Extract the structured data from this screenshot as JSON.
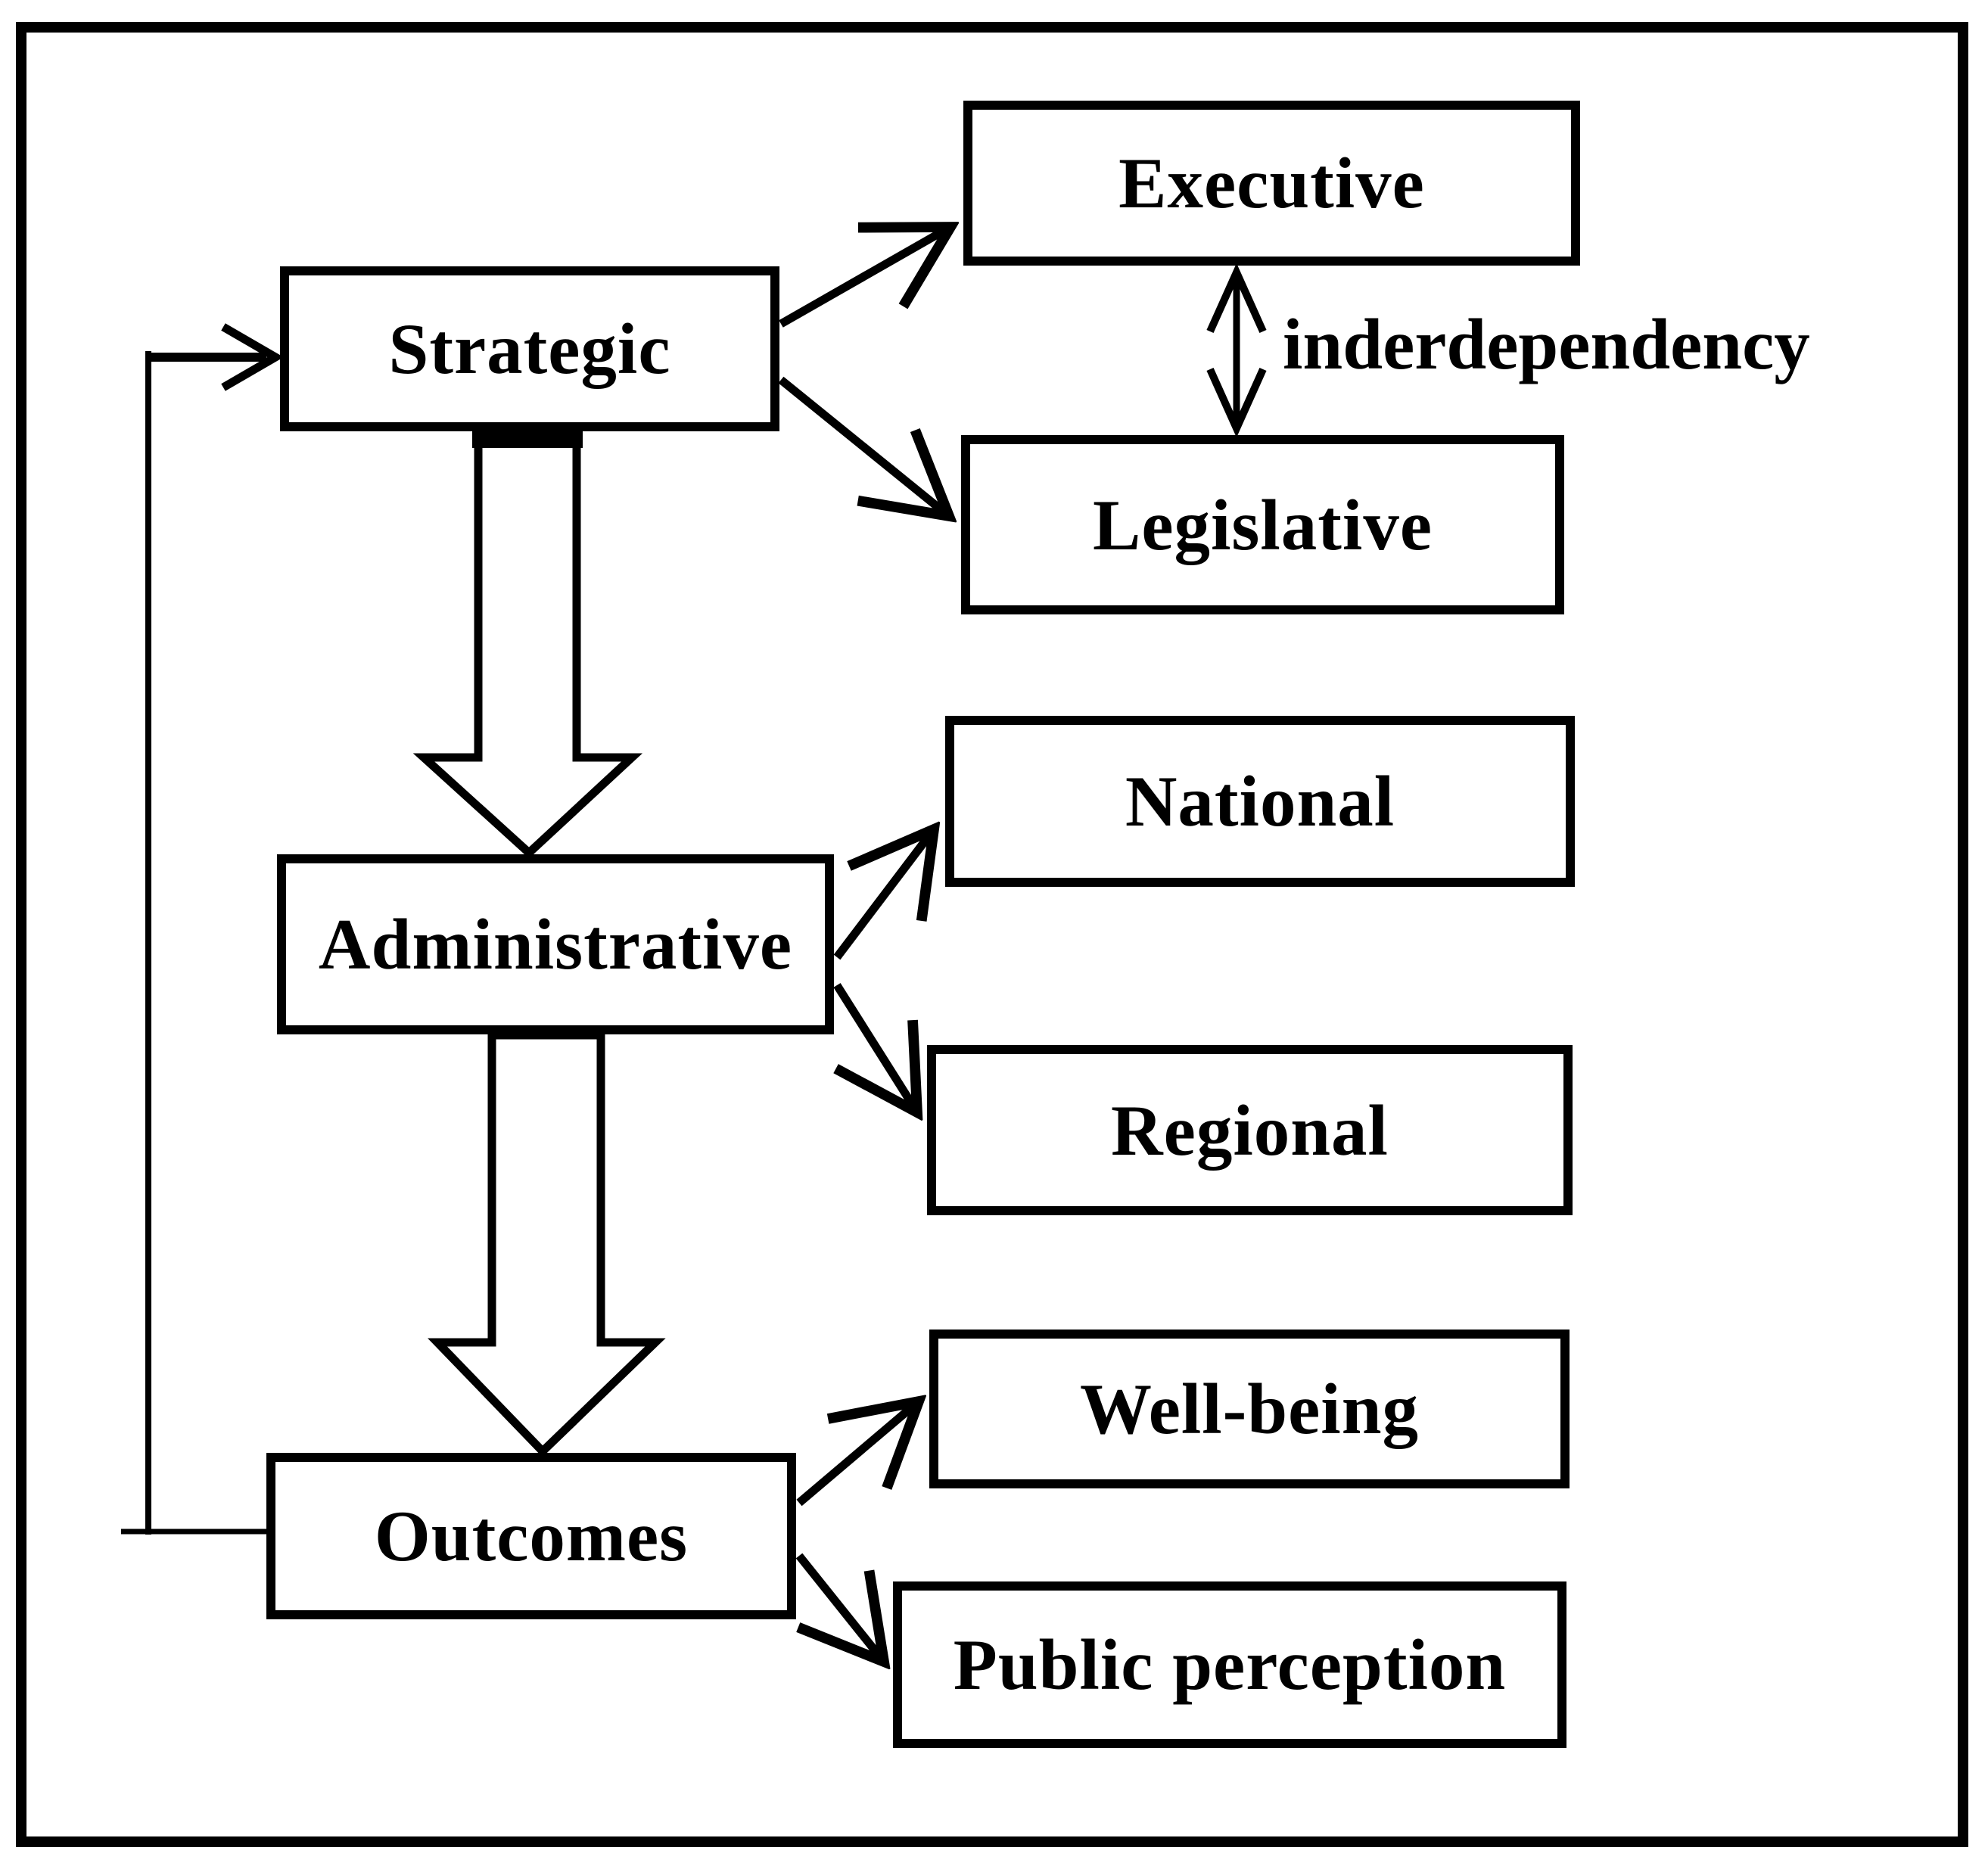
{
  "diagram": {
    "background_color": "#ffffff",
    "ink_color": "#000000",
    "nodes": {
      "strategic": {
        "label": "Strategic"
      },
      "executive": {
        "label": "Executive"
      },
      "legislative": {
        "label": "Legislative"
      },
      "national": {
        "label": "National"
      },
      "administrative": {
        "label": "Administrative"
      },
      "regional": {
        "label": "Regional"
      },
      "outcomes": {
        "label": "Outcomes"
      },
      "wellbeing": {
        "label": "Well-being"
      },
      "public_perception": {
        "label": "Public perception"
      }
    },
    "annotations": {
      "interdependency": {
        "label": "inderdependency"
      }
    },
    "edges": [
      {
        "from": "strategic",
        "to": "executive",
        "style": "thin-arrow"
      },
      {
        "from": "strategic",
        "to": "legislative",
        "style": "thin-arrow"
      },
      {
        "from": "executive",
        "to": "legislative",
        "style": "double-headed-arrow",
        "label": "inderdependency"
      },
      {
        "from": "strategic",
        "to": "administrative",
        "style": "block-arrow"
      },
      {
        "from": "administrative",
        "to": "national",
        "style": "thin-arrow"
      },
      {
        "from": "administrative",
        "to": "regional",
        "style": "thin-arrow"
      },
      {
        "from": "administrative",
        "to": "outcomes",
        "style": "block-arrow"
      },
      {
        "from": "outcomes",
        "to": "wellbeing",
        "style": "thin-arrow"
      },
      {
        "from": "outcomes",
        "to": "public_perception",
        "style": "thin-arrow"
      },
      {
        "from": "outcomes",
        "to": "strategic",
        "style": "feedback-loop"
      }
    ]
  }
}
